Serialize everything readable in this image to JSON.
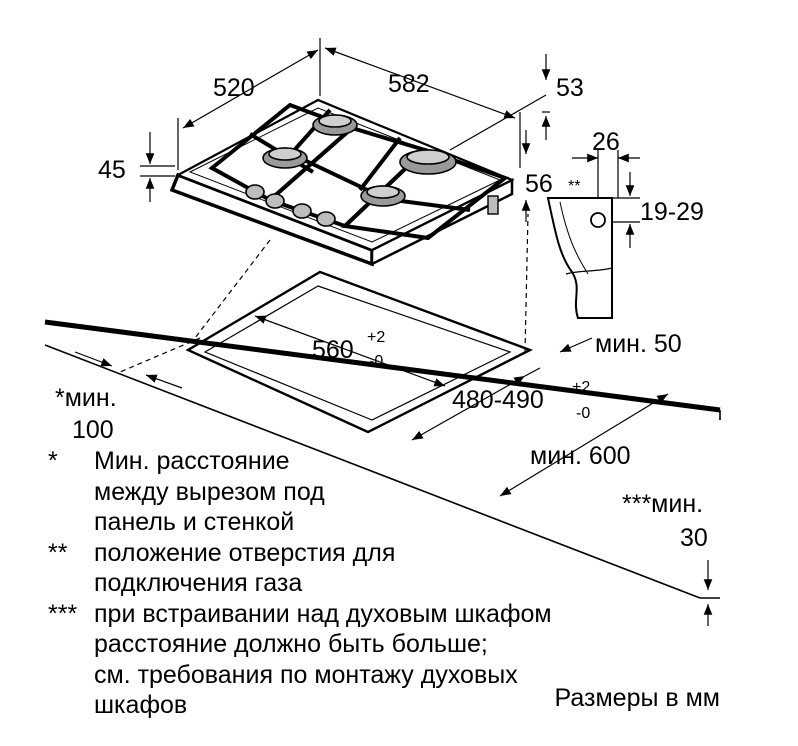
{
  "dimensions": {
    "cooktop_depth": "520",
    "cooktop_width": "582",
    "right_depth": "53",
    "overall_height": "45",
    "foot_height": "56",
    "gas_offset": "26",
    "gas_marker": "**",
    "gas_height": "19-29",
    "cutout_width_main": "560",
    "cutout_width_tol_upper": "+2",
    "cutout_width_tol_lower": "-0",
    "cutout_depth_main": "480-490",
    "cutout_depth_tol_upper": "+2",
    "cutout_depth_tol_lower": "-0",
    "min_back": "мин. 50",
    "min_side_line1": "*мин.",
    "min_side_line2": "100",
    "min_depth": "мин. 600",
    "min_bottom_line1": "***мин.",
    "min_bottom_line2": "30"
  },
  "notes": [
    {
      "mark": "*",
      "lines": [
        "Мин. расстояние",
        "между вырезом под",
        "панель и стенкой"
      ]
    },
    {
      "mark": "**",
      "lines": [
        "положение отверстия для",
        "подключения газа"
      ]
    },
    {
      "mark": "***",
      "lines": [
        "при встраивании над духовым шкафом",
        "расстояние должно быть больше;",
        "см. требования по монтажу духовых",
        "шкафов"
      ]
    }
  ],
  "units_label": "Размеры в мм"
}
